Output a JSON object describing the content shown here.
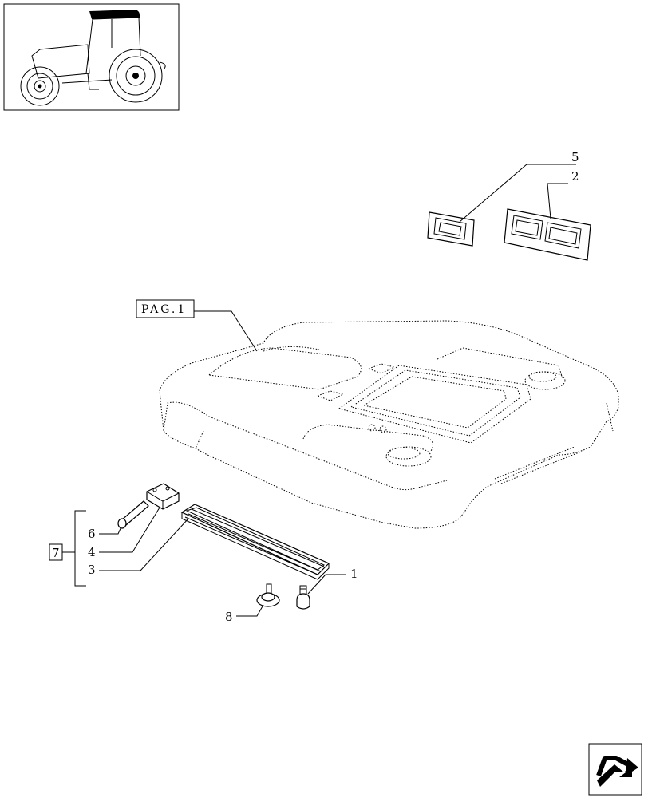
{
  "labels": {
    "l1": "1",
    "l2": "2",
    "l3": "3",
    "l4": "4",
    "l5": "5",
    "l6": "6",
    "l7": "7",
    "l8": "8",
    "ref": "PAG.1"
  },
  "icons": {
    "thumbnail": "tractor-thumbnail-icon",
    "nav": "next-page-arrow-icon"
  }
}
